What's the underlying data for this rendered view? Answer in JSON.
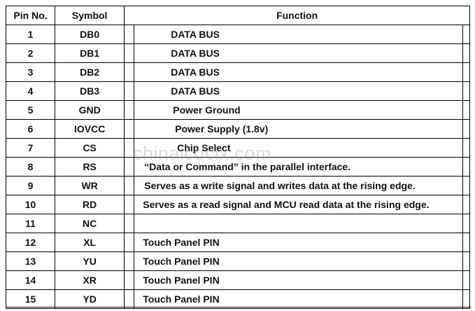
{
  "header": {
    "pin": "Pin No.",
    "symbol": "Symbol",
    "function": "Function"
  },
  "rows": [
    {
      "pin": "1",
      "symbol": "DB0",
      "function": "DATA BUS",
      "indent": 52
    },
    {
      "pin": "2",
      "symbol": "DB1",
      "function": "DATA BUS",
      "indent": 52
    },
    {
      "pin": "3",
      "symbol": "DB2",
      "function": "DATA BUS",
      "indent": 52
    },
    {
      "pin": "4",
      "symbol": "DB3",
      "function": "DATA BUS",
      "indent": 52
    },
    {
      "pin": "5",
      "symbol": "GND",
      "function": "Power Ground",
      "indent": 55
    },
    {
      "pin": "6",
      "symbol": "IOVCC",
      "function": "Power Supply (1.8v)",
      "indent": 58
    },
    {
      "pin": "7",
      "symbol": "CS",
      "function": "Chip Select",
      "indent": 61
    },
    {
      "pin": "8",
      "symbol": "RS",
      "function": "“Data or Command” in the parallel interface.",
      "indent": 14
    },
    {
      "pin": "9",
      "symbol": "WR",
      "function": "Serves as a write signal and writes data at the rising edge.",
      "indent": 14
    },
    {
      "pin": "10",
      "symbol": "RD",
      "function": "Serves as a read signal and MCU read data at the rising edge.",
      "indent": 12
    },
    {
      "pin": "11",
      "symbol": "NC",
      "function": "",
      "indent": 12
    },
    {
      "pin": "12",
      "symbol": "XL",
      "function": "Touch Panel PIN",
      "indent": 12
    },
    {
      "pin": "13",
      "symbol": "YU",
      "function": "Touch Panel PIN",
      "indent": 12
    },
    {
      "pin": "14",
      "symbol": "XR",
      "function": "Touch Panel PIN",
      "indent": 12
    },
    {
      "pin": "15",
      "symbol": "YD",
      "function": "Touch Panel PIN",
      "indent": 12
    }
  ],
  "watermark": "chinalcdclx.com"
}
